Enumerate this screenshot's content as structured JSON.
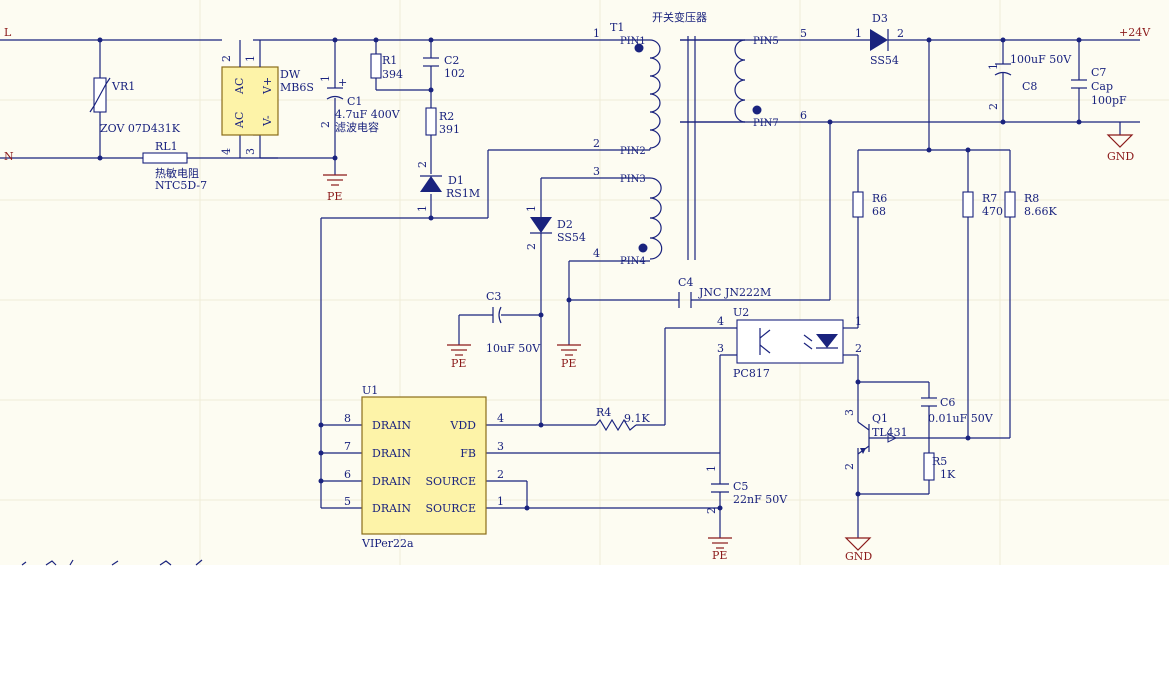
{
  "nets": {
    "line": "L",
    "neutral": "N",
    "out": "+24V",
    "gnd": "GND",
    "pe": "PE"
  },
  "transformer": {
    "ref": "T1",
    "title": "开关变压器",
    "pins": [
      "PIN1",
      "PIN2",
      "PIN3",
      "PIN4",
      "PIN5",
      "PIN7"
    ],
    "pin_numbers": [
      "1",
      "2",
      "3",
      "4",
      "5",
      "6"
    ]
  },
  "vr1": {
    "ref": "VR1",
    "value": "ZOV 07D431K"
  },
  "rl1": {
    "ref": "RL1",
    "name": "热敏电阻",
    "value": "NTC5D-7"
  },
  "bridge": {
    "ref": "DW",
    "value": "MB6S",
    "ac1": "AC",
    "ac2": "AC",
    "vplus": "V+",
    "vminus": "V-",
    "pins": [
      "2",
      "1",
      "4",
      "3"
    ]
  },
  "c1": {
    "ref": "C1",
    "value": "4.7uF 400V",
    "note": "滤波电容",
    "pins": [
      "1",
      "2"
    ]
  },
  "r1": {
    "ref": "R1",
    "value": "394"
  },
  "c2": {
    "ref": "C2",
    "value": "102"
  },
  "r2": {
    "ref": "R2",
    "value": "391"
  },
  "d1": {
    "ref": "D1",
    "value": "RS1M",
    "pins": [
      "2",
      "1"
    ]
  },
  "d2": {
    "ref": "D2",
    "value": "SS54",
    "pins": [
      "1",
      "2"
    ]
  },
  "d3": {
    "ref": "D3",
    "value": "SS54",
    "pins": [
      "1",
      "2"
    ]
  },
  "c3": {
    "ref": "C3",
    "value": "10uF 50V"
  },
  "c4": {
    "ref": "C4",
    "value": "JNC JN222M"
  },
  "c5": {
    "ref": "C5",
    "value": "22nF 50V",
    "pins": [
      "1",
      "2"
    ]
  },
  "c6": {
    "ref": "C6",
    "value": "0.01uF 50V"
  },
  "c7": {
    "ref": "C7",
    "value": "Cap",
    "value2": "100pF"
  },
  "c8": {
    "ref": "C8",
    "value": "100uF 50V",
    "pins": [
      "1",
      "2"
    ]
  },
  "r4": {
    "ref": "R4",
    "value": "9.1K"
  },
  "r5": {
    "ref": "R5",
    "value": "1K"
  },
  "r6": {
    "ref": "R6",
    "value": "68"
  },
  "r7": {
    "ref": "R7",
    "value": "470"
  },
  "r8": {
    "ref": "R8",
    "value": "8.66K"
  },
  "u1": {
    "ref": "U1",
    "part": "VIPer22a",
    "rows": [
      {
        "left": "DRAIN",
        "right": "VDD",
        "lpin": "8",
        "rpin": "4"
      },
      {
        "left": "DRAIN",
        "right": "FB",
        "lpin": "7",
        "rpin": "3"
      },
      {
        "left": "DRAIN",
        "right": "SOURCE",
        "lpin": "6",
        "rpin": "2"
      },
      {
        "left": "DRAIN",
        "right": "SOURCE",
        "lpin": "5",
        "rpin": "1"
      }
    ]
  },
  "u2": {
    "ref": "U2",
    "part": "PC817",
    "pins": [
      "4",
      "3",
      "1",
      "2"
    ]
  },
  "q1": {
    "ref": "Q1",
    "part": "TL431",
    "pins": [
      "3",
      "2"
    ]
  }
}
